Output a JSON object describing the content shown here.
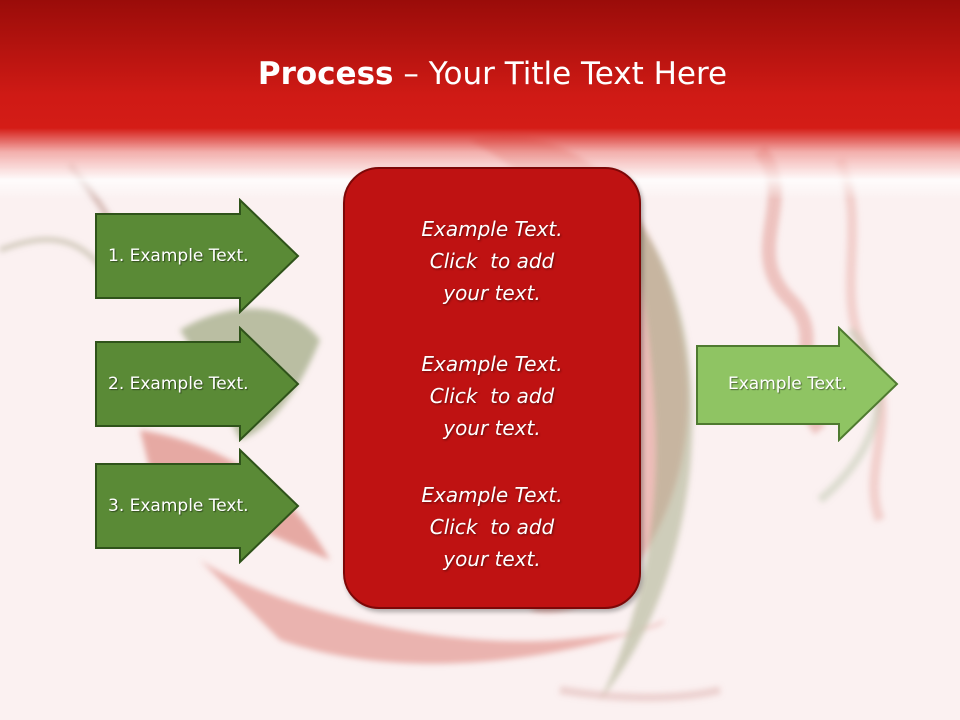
{
  "slide": {
    "title_bold": "Process",
    "title_rest": " – Your Title Text Here"
  },
  "left_arrows": [
    {
      "label": "1. Example Text."
    },
    {
      "label": "2. Example Text."
    },
    {
      "label": "3. Example Text."
    }
  ],
  "center_box": {
    "blocks": [
      {
        "lines": [
          "Example Text.",
          "Click  to add",
          "your text."
        ]
      },
      {
        "lines": [
          "Example Text.",
          "Click  to add",
          "your text."
        ]
      },
      {
        "lines": [
          "Example Text.",
          "Click  to add",
          "your text."
        ]
      }
    ]
  },
  "right_arrow": {
    "label": "Example Text."
  },
  "colors": {
    "header_red": "#d41c16",
    "box_red": "#bf1212",
    "arrow_dark_green": "#5a8a36",
    "arrow_light_green": "#8fc463"
  }
}
